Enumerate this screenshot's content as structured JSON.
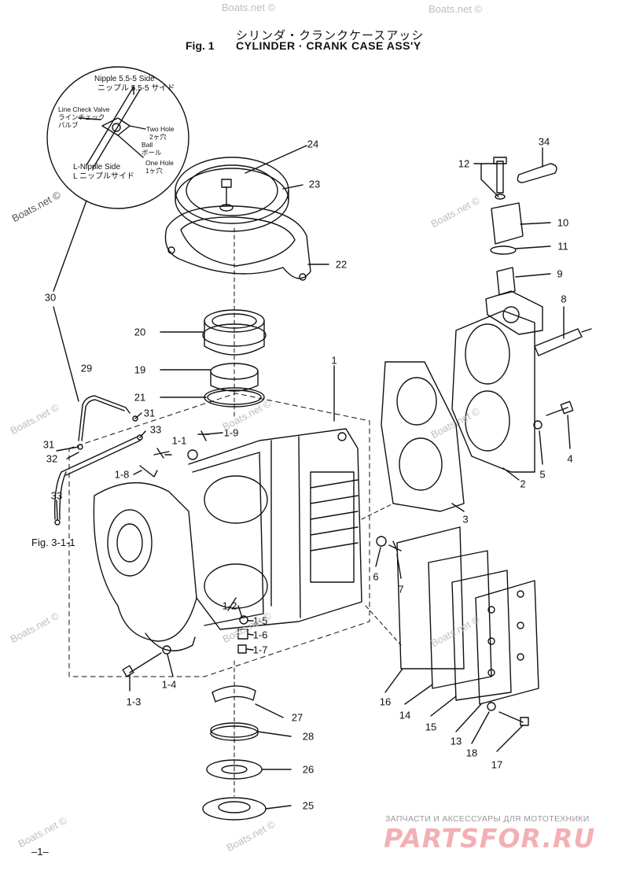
{
  "title": {
    "japanese": "シリンダ・クランクケースアッシ",
    "fig": "Fig. 1",
    "english": "CYLINDER · CRANK CASE ASS'Y"
  },
  "inset": {
    "nipple_side_en": "Nipple 5.5-5 Side",
    "nipple_side_jp": "ニップル 5.5-5 サイド",
    "line_check_valve_en": "Line Check Valve",
    "line_check_valve_jp1": "ラインチェック",
    "line_check_valve_jp2": "バルブ",
    "two_hole_en": "Two Hole",
    "two_hole_jp": "2ヶ穴",
    "ball_en": "Ball",
    "ball_jp": "ボール",
    "one_hole_en": "One Hole",
    "one_hole_jp": "1ヶ穴",
    "l_nipple_side_en": "L-Nipple Side",
    "l_nipple_side_jp": "L ニップルサイド"
  },
  "callouts": {
    "p1": "1",
    "p1_1": "1-1",
    "p1_2": "1-2",
    "p1_3": "1-3",
    "p1_4": "1-4",
    "p1_5": "1-5",
    "p1_6": "1-6",
    "p1_7": "1-7",
    "p1_8": "1-8",
    "p1_9": "1-9",
    "p2": "2",
    "p3": "3",
    "p4": "4",
    "p5": "5",
    "p6": "6",
    "p7": "7",
    "p8": "8",
    "p9": "9",
    "p10": "10",
    "p11": "11",
    "p12": "12",
    "p13": "13",
    "p14": "14",
    "p15": "15",
    "p16": "16",
    "p17": "17",
    "p18": "18",
    "p19": "19",
    "p20": "20",
    "p21": "21",
    "p22": "22",
    "p23": "23",
    "p24": "24",
    "p25": "25",
    "p26": "26",
    "p27": "27",
    "p28": "28",
    "p29": "29",
    "p30": "30",
    "p31a": "31",
    "p31b": "31",
    "p32": "32",
    "p33a": "33",
    "p33b": "33",
    "p34": "34"
  },
  "reference": "Fig. 3-1-1",
  "page_number": "–1–",
  "watermark": "Boats.net ©",
  "footer": {
    "tagline": "ЗАПЧАСТИ И АКСЕССУАРЫ ДЛЯ МОТОТЕХНИКИ",
    "logo": "PARTSFOR.RU"
  }
}
